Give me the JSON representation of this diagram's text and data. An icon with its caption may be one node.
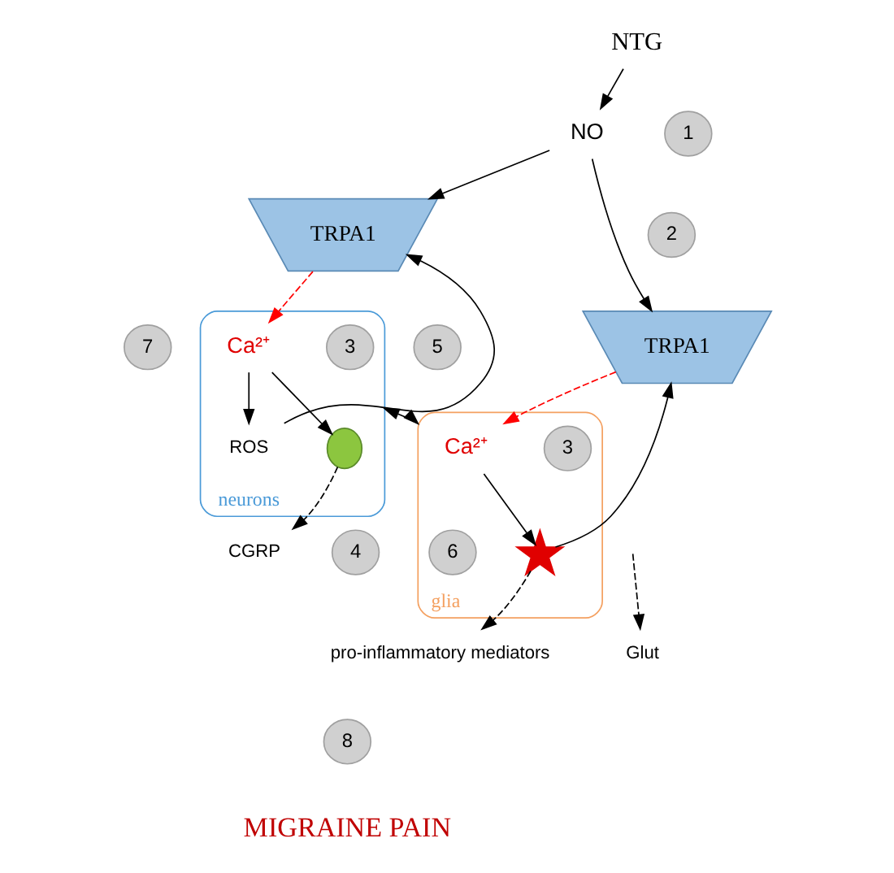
{
  "diagram": {
    "nodes": [
      {
        "text": [
          "NTG"
        ]
      },
      {
        "text": [
          "NO"
        ]
      },
      {
        "text": [
          "TRPA1"
        ]
      },
      {
        "text": [
          "TRPA1"
        ]
      },
      {
        "text": [
          "neurons"
        ]
      },
      {
        "text": [
          "Ca²⁺"
        ],
        "in": 4
      },
      {
        "text": [
          "ROS"
        ],
        "in": 4
      },
      {
        "text": [],
        "shape": "drop",
        "in": 4
      },
      {
        "text": [
          "glia"
        ]
      },
      {
        "text": [
          "Ca²⁺"
        ],
        "in": 8
      },
      {
        "text": [],
        "shape": "star",
        "in": 8
      },
      {
        "text": [
          "CGRP"
        ]
      },
      {
        "text": [
          "Glut"
        ]
      },
      {
        "text": [
          "pro-inflammatory mediators"
        ]
      }
    ],
    "edges": [
      {
        "from": 0,
        "to": 1,
        "arrow": "to"
      },
      {
        "from": 1,
        "to": 2,
        "arrow": "to"
      },
      {
        "from": 1,
        "to": 3,
        "arrow": "to"
      },
      {
        "from": 2,
        "to": 5,
        "arrow": "to",
        "style": "dashed",
        "color": "#ff0000"
      },
      {
        "from": 3,
        "to": 9,
        "arrow": "to",
        "style": "dashed",
        "color": "#ff0000"
      },
      {
        "from": 5,
        "to": 6,
        "arrow": "to"
      },
      {
        "from": 5,
        "to": 7,
        "arrow": "to"
      },
      {
        "from": 6,
        "to": 2,
        "arrow": "to"
      },
      {
        "from": 9,
        "to": 10,
        "arrow": "to"
      },
      {
        "from": 10,
        "to": 3,
        "arrow": "to"
      },
      {
        "from": 4,
        "to": 8,
        "arrow": "both"
      },
      {
        "from": null,
        "to": 12,
        "arrow": "to",
        "style": "dashed"
      },
      {
        "from": 7,
        "to": 11,
        "arrow": "to",
        "style": "dashed"
      },
      {
        "from": 10,
        "to": 13,
        "arrow": "to",
        "style": "dashed"
      }
    ],
    "labels": [
      "1",
      "2",
      "3",
      "3",
      "5",
      "7",
      "6",
      "4",
      "8",
      "MIGRAINE PAIN"
    ]
  }
}
